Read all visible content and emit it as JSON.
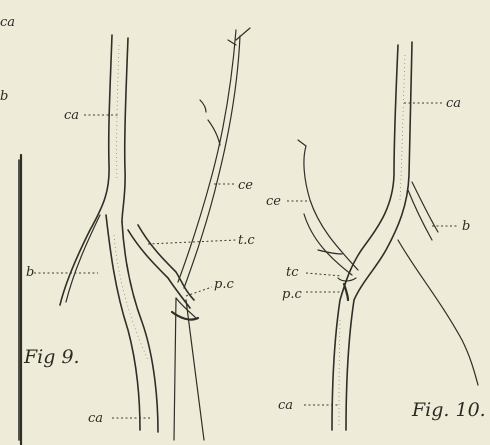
{
  "figures": {
    "fig9": {
      "caption": "Fig 9.",
      "labels": {
        "ca_upper": "ca",
        "ce": "ce",
        "tc": "t.c",
        "pc": "p.c",
        "b": "b",
        "ca_lower": "ca"
      }
    },
    "fig10": {
      "caption": "Fig. 10.",
      "labels": {
        "ca_upper": "ca",
        "ce": "ce",
        "b": "b",
        "tc": "tc",
        "pc": "p.c",
        "ca_lower": "ca"
      }
    },
    "edge_fragments": {
      "top": "ca",
      "middle": "b"
    }
  }
}
